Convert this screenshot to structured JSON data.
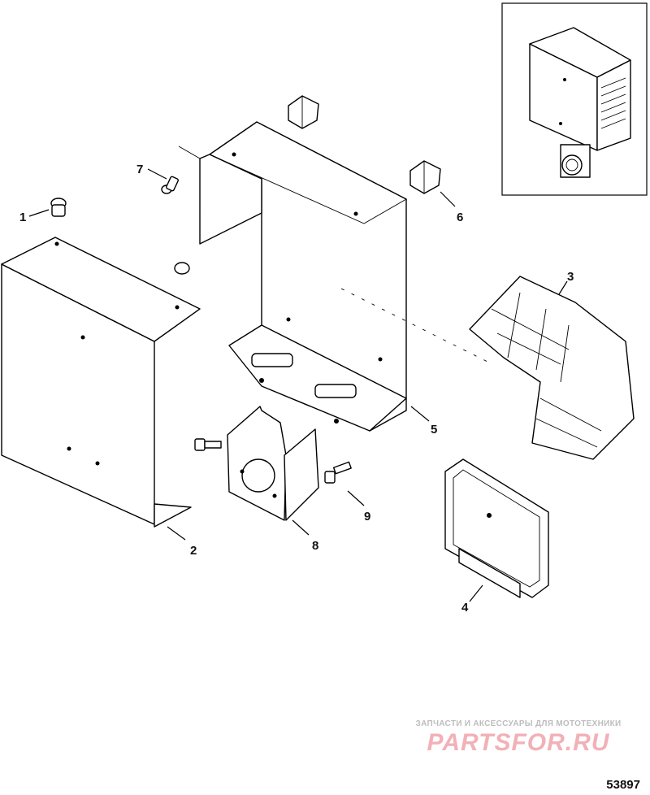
{
  "callouts": {
    "c1": "1",
    "c2": "2",
    "c3": "3",
    "c4": "4",
    "c5": "5",
    "c6": "6",
    "c7": "7",
    "c8": "8",
    "c9": "9"
  },
  "watermark": {
    "tagline": "ЗАПЧАСТИ И АКСЕССУАРЫ ДЛЯ МОТОТЕХНИКИ",
    "logo": "PARTSFOR.RU"
  },
  "figure_number": "53897"
}
